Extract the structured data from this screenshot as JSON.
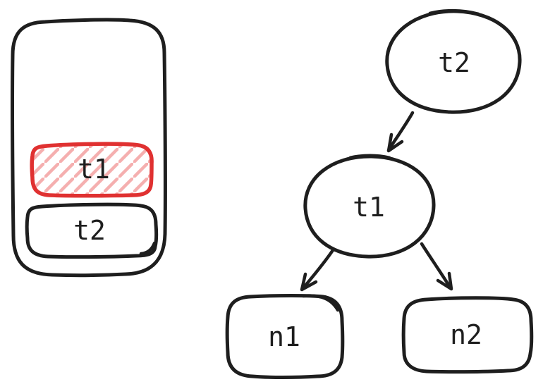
{
  "diagram": {
    "type": "hand-drawn-sketch",
    "colors": {
      "ink": "#1e1e1e",
      "accent_red": "#e03131",
      "hatch_pink": "#f5afaf",
      "background": "#ffffff"
    },
    "stack_panel": {
      "description": "rounded container holding stacked items",
      "items": [
        {
          "label": "t1",
          "state": "highlighted-red-hatched"
        },
        {
          "label": "t2",
          "state": "normal"
        }
      ]
    },
    "tree_panel": {
      "nodes": [
        {
          "id": "root",
          "label": "t2",
          "shape": "ellipse"
        },
        {
          "id": "mid",
          "label": "t1",
          "shape": "ellipse"
        },
        {
          "id": "leaf1",
          "label": "n1",
          "shape": "rounded-rect"
        },
        {
          "id": "leaf2",
          "label": "n2",
          "shape": "rounded-rect"
        }
      ],
      "edges": [
        {
          "from": "t2",
          "to": "t1"
        },
        {
          "from": "t1",
          "to": "n1"
        },
        {
          "from": "t1",
          "to": "n2"
        }
      ]
    }
  }
}
